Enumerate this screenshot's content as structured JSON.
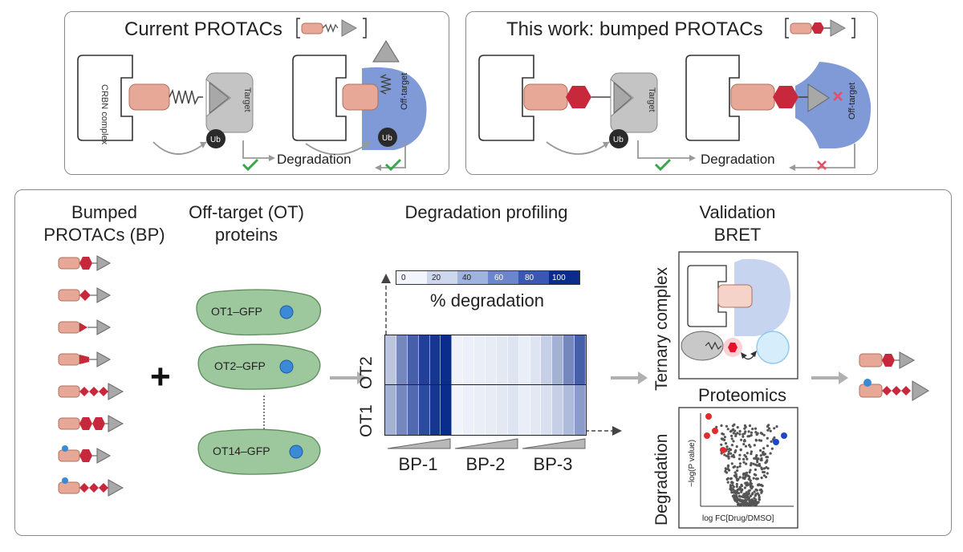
{
  "top_left": {
    "title": "Current PROTACs",
    "crbn_label": "CRBN complex",
    "target_label": "Target",
    "offtarget_label": "Off-target",
    "ub_label": "Ub",
    "degradation_label": "Degradation"
  },
  "top_right": {
    "title": "This work: bumped PROTACs",
    "target_label": "Target",
    "offtarget_label": "Off-target",
    "ub_label": "Ub",
    "degradation_label": "Degradation"
  },
  "bottom": {
    "bp_title": "Bumped\nPROTACs (BP)",
    "ot_title": "Off-target (OT)\nproteins",
    "ot_items": [
      "OT1–GFP",
      "OT2–GFP",
      "OT14–GFP"
    ],
    "profiling_title": "Degradation profiling",
    "legend_ticks": [
      "0",
      "20",
      "40",
      "60",
      "80",
      "100"
    ],
    "legend_label": "% degradation",
    "row_labels": [
      "OT2",
      "OT1"
    ],
    "col_labels": [
      "BP-1",
      "BP-2",
      "BP-3"
    ],
    "validation_title": "Validation",
    "bret_label": "BRET",
    "ternary_label": "Ternary complex",
    "proteomics_label": "Proteomics",
    "degradation_side_label": "Degradation",
    "volcano_ylabel": "−log(P value)",
    "volcano_xlabel": "log FC[Drug/DMSO]"
  },
  "colors": {
    "crbn_ligand": "#e8a898",
    "bump": "#c8283c",
    "target": "#a8a8a8",
    "offtarget": "#7f9ad6",
    "cell_green": "#9dc79d",
    "gfp": "#3a8ad8",
    "heat_dark": "#0a2c8c",
    "check": "#3aa64a",
    "cross": "#e84d6a"
  },
  "heatmap": {
    "OT2": {
      "BP-1": [
        0.25,
        0.55,
        0.75,
        0.9,
        0.95,
        1.0
      ],
      "BP-2": [
        0.03,
        0.04,
        0.05,
        0.06,
        0.08,
        0.1
      ],
      "BP-3": [
        0.05,
        0.1,
        0.2,
        0.35,
        0.55,
        0.75
      ]
    },
    "OT1": {
      "BP-1": [
        0.35,
        0.55,
        0.7,
        0.85,
        0.95,
        1.0
      ],
      "BP-2": [
        0.02,
        0.04,
        0.05,
        0.06,
        0.08,
        0.1
      ],
      "BP-3": [
        0.05,
        0.08,
        0.12,
        0.2,
        0.3,
        0.45
      ]
    }
  }
}
